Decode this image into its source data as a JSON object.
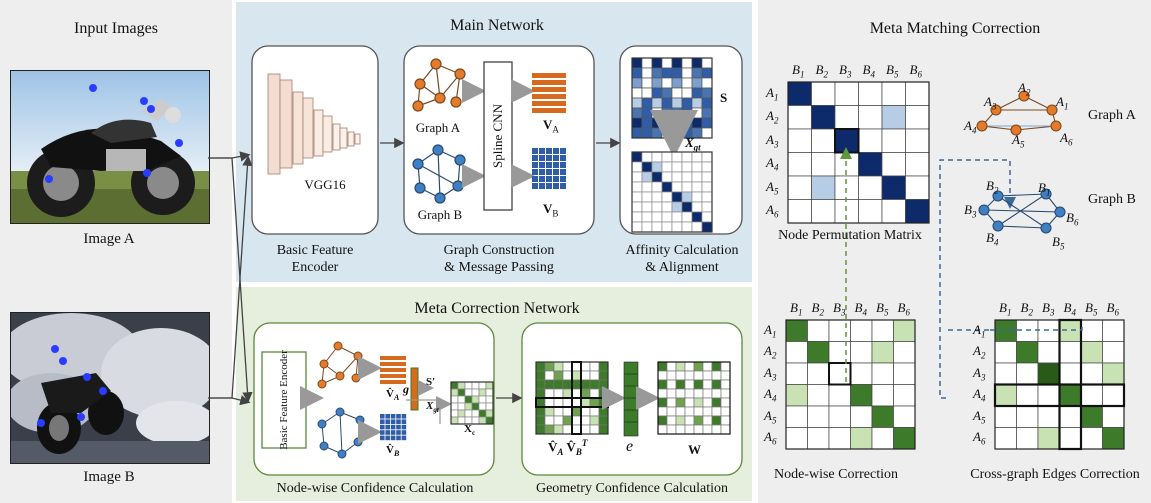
{
  "colors": {
    "main_bg": "#d7e6ef",
    "meta_bg": "#e6eedd",
    "left_bg": "#eeeeee",
    "right_bg": "#eeeeee",
    "node_orange": "#e47a2a",
    "node_blue": "#3f7fc3",
    "feature_orange": "#d66a1f",
    "feature_blue": "#2f5da8",
    "matrix_navy": "#0d2a6b",
    "matrix_light_blue": "#b7cde6",
    "matrix_green": "#3d7a2a",
    "matrix_light_green": "#c9e2b3",
    "arrow_gray": "#555555",
    "dashed_green": "#5a9a3a",
    "dashed_blue": "#3a6a9a"
  },
  "input_images": {
    "title": "Input Images",
    "image_a_label": "Image A",
    "image_b_label": "Image B"
  },
  "main_network": {
    "title": "Main Network",
    "encoder_name": "VGG16",
    "graph_a_label": "Graph A",
    "graph_b_label": "Graph B",
    "spline_label": "Spline CNN",
    "va_label": "V",
    "va_sub": "A",
    "vb_label": "V",
    "vb_sub": "B",
    "s_label": "S",
    "xgt_label": "X",
    "xgt_sub": "gt",
    "caption_encoder_1": "Basic Feature",
    "caption_encoder_2": "Encoder",
    "caption_graph_1": "Graph Construction",
    "caption_graph_2": "& Message Passing",
    "caption_affinity_1": "Affinity Calculation",
    "caption_affinity_2": "& Alignment"
  },
  "meta_network": {
    "title": "Meta  Correction Network",
    "encoder_label": "Basic Feature Encoder",
    "g_label": "g",
    "s_prime_label": "S'",
    "xgt_label": "X",
    "xgt_sub": "gt",
    "xc_label": "X",
    "xc_sub": "c",
    "va_hat_label": "V̂",
    "va_hat_sub": "A",
    "vb_hat_label": "V̂",
    "vb_hat_sub": "B",
    "product_label": "V̂",
    "product_sub_a": "A",
    "product_label_b": "V̂",
    "product_sub_b": "B",
    "transpose_label": "T",
    "e_label": "e",
    "w_label": "W",
    "caption_node": "Node-wise Confidence Calculation",
    "caption_geometry": "Geometry Confidence Calculation"
  },
  "meta_matching": {
    "title": "Meta Matching Correction",
    "col_labels": [
      "B",
      "B",
      "B",
      "B",
      "B",
      "B"
    ],
    "row_labels": [
      "A",
      "A",
      "A",
      "A",
      "A",
      "A"
    ],
    "indices": [
      "1",
      "2",
      "3",
      "4",
      "5",
      "6"
    ],
    "graph_a_label": "Graph A",
    "graph_b_label": "Graph B",
    "graph_a_nodes": [
      "A",
      "A",
      "A",
      "A",
      "A",
      "A"
    ],
    "graph_b_nodes": [
      "B",
      "B",
      "B",
      "B",
      "B",
      "B"
    ],
    "caption_permutation": "Node Permutation Matrix",
    "caption_nodewise": "Node-wise Correction",
    "caption_crossgraph": "Cross-graph Edges Correction"
  }
}
